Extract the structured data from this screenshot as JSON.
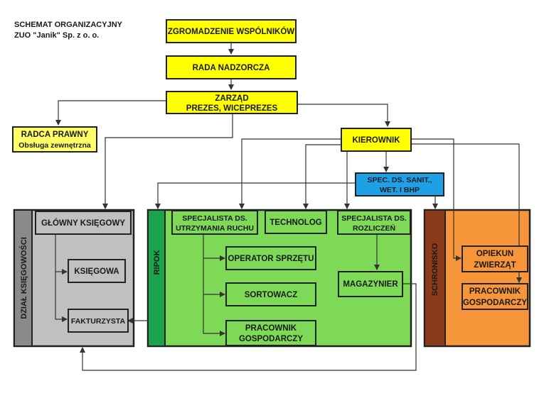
{
  "header": {
    "line1": "SCHEMAT ORGANIZACYJNY",
    "line2": "ZUO \"Janik\" Sp. z o. o."
  },
  "nodes": {
    "zgromadzenie": "ZGROMADZENIE WSPÓLNIKÓW",
    "rada": "RADA NADZORCZA",
    "zarzad_1": "ZARZĄD",
    "zarzad_2": "PREZES, WICEPREZES",
    "radca_1": "RADCA PRAWNY",
    "radca_2": "Obsługa zewnętrzna",
    "kierownik": "KIEROWNIK",
    "spec_sanit_1": "SPEC. DS. SANIT.,",
    "spec_sanit_2": "WET. I BHP",
    "glowny_ksiegowy": "GŁÓWNY KSIĘGOWY",
    "ksiegowa": "KSIĘGOWA",
    "fakturzysta": "FAKTURZYSTA",
    "spec_utrzym_1": "SPECJALISTA DS.",
    "spec_utrzym_2": "UTRZYMANIA RUCHU",
    "technolog": "TECHNOLOG",
    "spec_rozl_1": "SPECJALISTA DS.",
    "spec_rozl_2": "ROZLICZEŃ",
    "operator": "OPERATOR SPRZĘTU",
    "sortowacz": "SORTOWACZ",
    "prac_gosp_ripok_1": "PRACOWNIK",
    "prac_gosp_ripok_2": "GOSPODARCZY",
    "magazynier": "MAGAZYNIER",
    "opiekun_1": "OPIEKUN",
    "opiekun_2": "ZWIERZĄT",
    "prac_gosp_schr_1": "PRACOWNIK",
    "prac_gosp_schr_2": "GOSPODARCZY"
  },
  "sections": {
    "dzial": "DZIAŁ KSIĘGOWOŚCI",
    "ripok": "RIPOK",
    "schronisko": "SCHRONISKO"
  },
  "colors": {
    "yellow": "#ffff00",
    "light_yellow": "#ffff66",
    "blue": "#1ea0e6",
    "grey_panel": "#c0c0c0",
    "grey_strip": "#8a8a8a",
    "green_panel": "#7ed957",
    "green_strip": "#1aa34a",
    "orange_panel": "#f7953a",
    "brown_strip": "#8b3a1a"
  }
}
